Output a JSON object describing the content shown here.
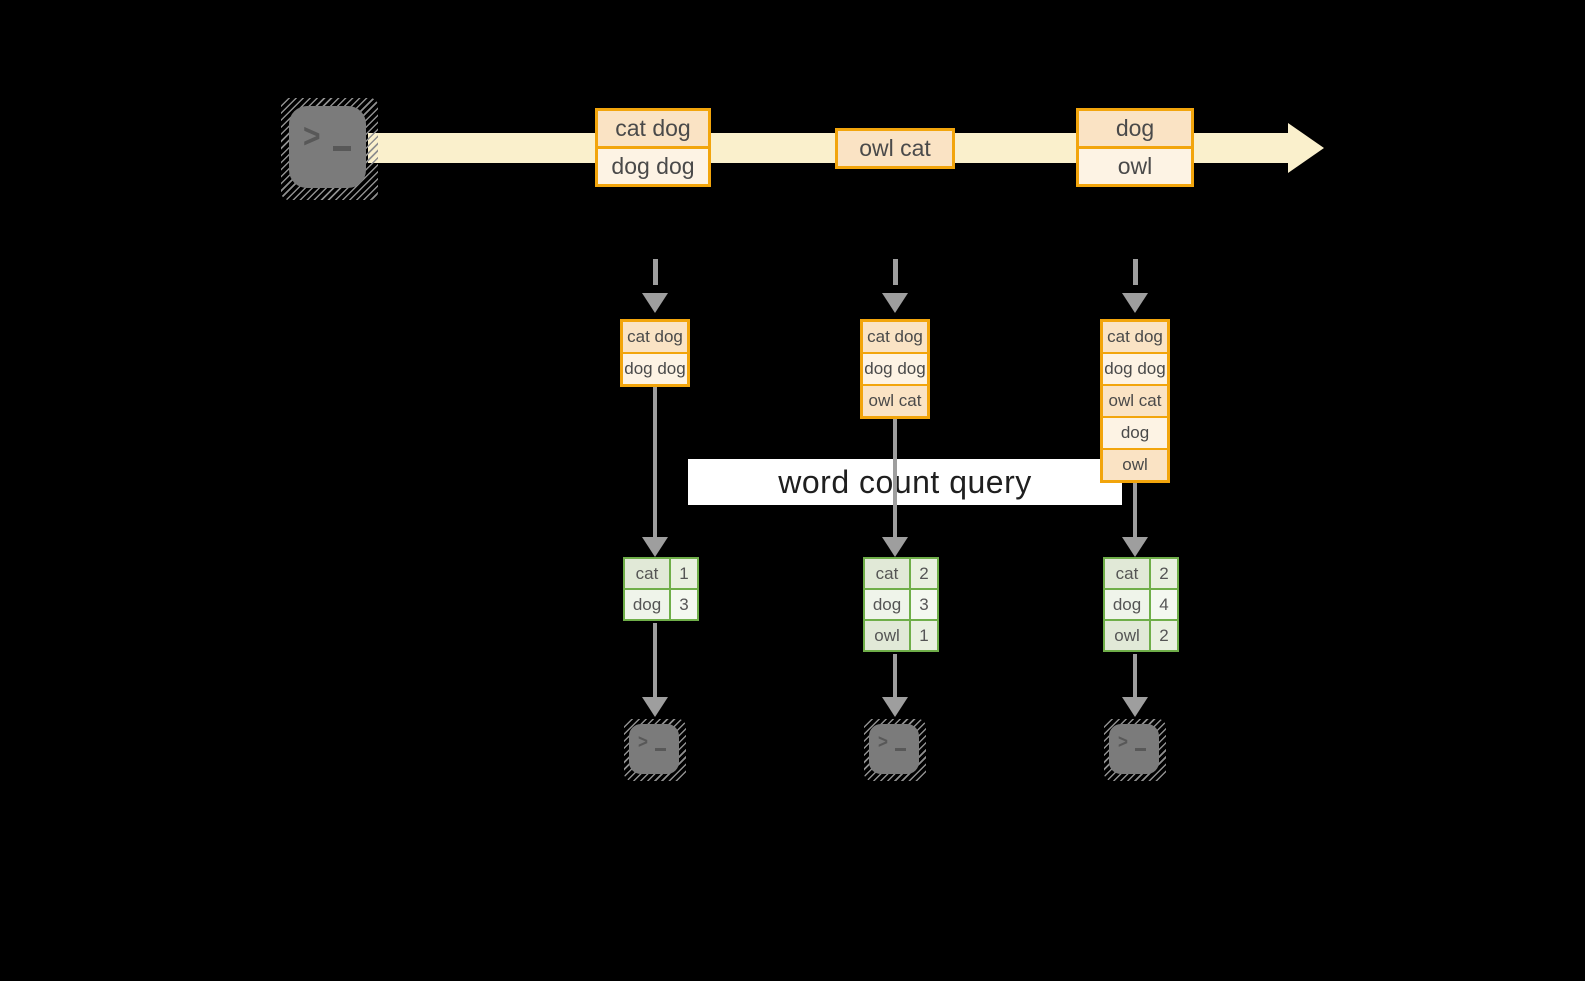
{
  "query_label": "word count query",
  "terminal": {
    "glyph_chevron": ">",
    "glyph_bar": "underscore-bar",
    "icon": "terminal-icon"
  },
  "stream_events": [
    {
      "lines": [
        "cat dog",
        "dog dog"
      ]
    },
    {
      "lines": [
        "owl cat"
      ]
    },
    {
      "lines": [
        "dog",
        "owl"
      ]
    }
  ],
  "columns": [
    {
      "buffer": [
        "cat dog",
        "dog dog"
      ],
      "counts": [
        {
          "word": "cat",
          "count": "1"
        },
        {
          "word": "dog",
          "count": "3"
        }
      ]
    },
    {
      "buffer": [
        "cat dog",
        "dog dog",
        "owl cat"
      ],
      "counts": [
        {
          "word": "cat",
          "count": "2"
        },
        {
          "word": "dog",
          "count": "3"
        },
        {
          "word": "owl",
          "count": "1"
        }
      ]
    },
    {
      "buffer": [
        "cat dog",
        "dog dog",
        "owl cat",
        "dog",
        "owl"
      ],
      "counts": [
        {
          "word": "cat",
          "count": "2"
        },
        {
          "word": "dog",
          "count": "4"
        },
        {
          "word": "owl",
          "count": "2"
        }
      ]
    }
  ],
  "colors": {
    "background": "#000000",
    "stream_band": "#FAF0CC",
    "event_border": "#F2A50C",
    "event_fill_peach": "#FAE3C4",
    "event_fill_cream": "#FDF3E4",
    "table_border": "#6FAE49",
    "table_fill_dark": "#E1E9D7",
    "table_fill_light": "#EFF4EA",
    "arrow_gray": "#9E9E9E",
    "terminal_gray": "#7B7B7B",
    "label_bg": "#FFFFFF",
    "text": "#4A4A4A"
  }
}
